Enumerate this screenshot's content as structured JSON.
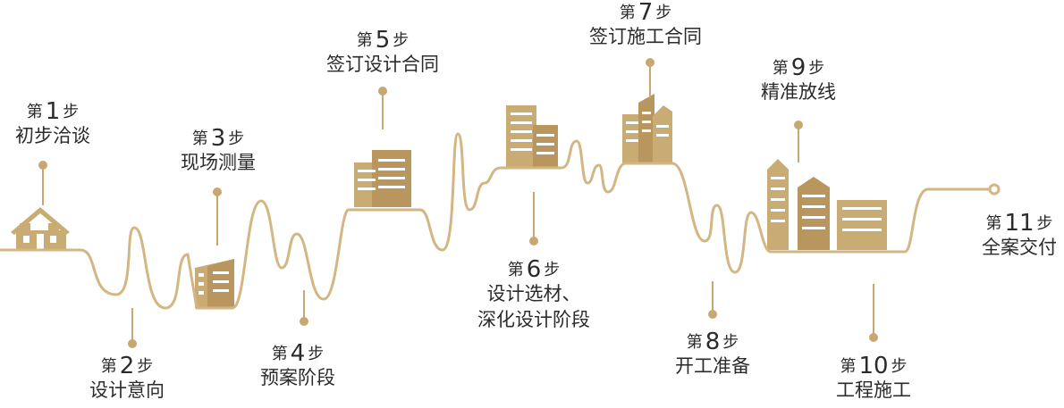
{
  "colors": {
    "line": "#d2b683",
    "icon": "#c9ab74",
    "icon_dark": "#b8965d",
    "window": "#ffffff",
    "dot": "#c8a870",
    "text": "#2b2b2b"
  },
  "steps": [
    {
      "prefix": "第",
      "num": "1",
      "suffix": "步",
      "name": "初步洽谈"
    },
    {
      "prefix": "第",
      "num": "2",
      "suffix": "步",
      "name": "设计意向"
    },
    {
      "prefix": "第",
      "num": "3",
      "suffix": "步",
      "name": "现场测量"
    },
    {
      "prefix": "第",
      "num": "4",
      "suffix": "步",
      "name": "预案阶段"
    },
    {
      "prefix": "第",
      "num": "5",
      "suffix": "步",
      "name": "签订设计合同"
    },
    {
      "prefix": "第",
      "num": "6",
      "suffix": "步",
      "name": "设计选材、",
      "name2": "深化设计阶段"
    },
    {
      "prefix": "第",
      "num": "7",
      "suffix": "步",
      "name": "签订施工合同"
    },
    {
      "prefix": "第",
      "num": "8",
      "suffix": "步",
      "name": "开工准备"
    },
    {
      "prefix": "第",
      "num": "9",
      "suffix": "步",
      "name": "精准放线"
    },
    {
      "prefix": "第",
      "num": "10",
      "suffix": "步",
      "name": "工程施工"
    },
    {
      "prefix": "第",
      "num": "11",
      "suffix": "步",
      "name": "全案交付"
    }
  ]
}
